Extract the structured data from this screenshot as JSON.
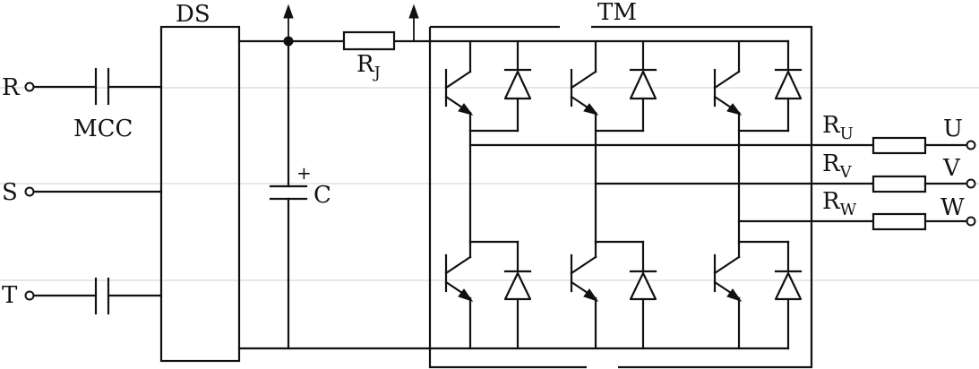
{
  "labels": {
    "ds": "DS",
    "tm": "TM",
    "r": "R",
    "s": "S",
    "t": "T",
    "mcc": "MCC",
    "c": "C",
    "c_plus": "+",
    "rj_main": "R",
    "rj_sub": "J",
    "ru_main": "R",
    "ru_sub": "U",
    "rv_main": "R",
    "rv_sub": "V",
    "rw_main": "R",
    "rw_sub": "W",
    "u": "U",
    "v": "V",
    "w": "W"
  },
  "icons": {
    "contactor": "contactor-contact-icon",
    "capacitor": "polarized-capacitor-icon",
    "resistor": "resistor-icon",
    "transistor": "igbt-transistor-icon",
    "diode": "diode-icon",
    "arrow": "up-arrow-icon",
    "terminal": "terminal-circle-icon"
  }
}
